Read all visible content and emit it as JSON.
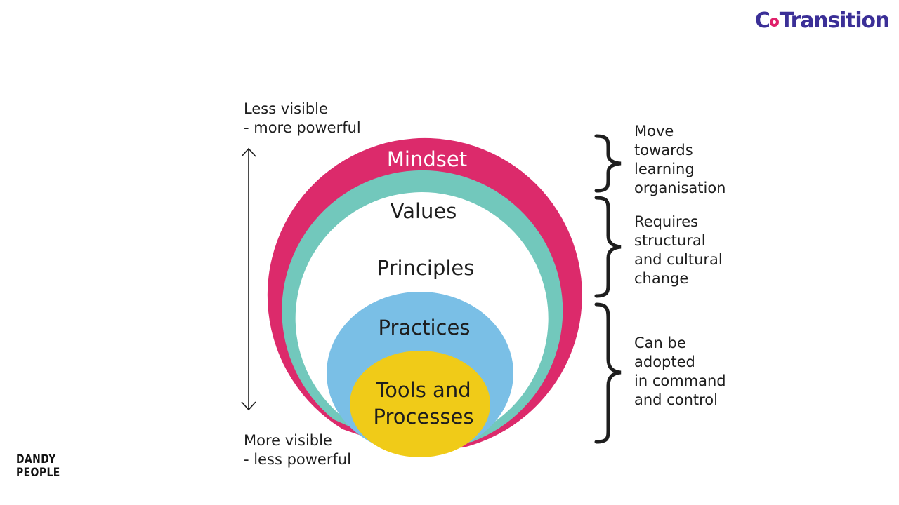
{
  "logo": {
    "brand_c": "C",
    "brand_rest": "Transition"
  },
  "layers": {
    "mindset": "Mindset",
    "values": "Values",
    "principles": "Principles",
    "practices": "Practices",
    "tools_line1": "Tools and",
    "tools_line2": "Processes"
  },
  "visibility": {
    "top": "Less visible\n- more powerful",
    "bottom": "More visible\n- less powerful"
  },
  "notes": {
    "learning": "Move\ntowards\nlearning\norganisation",
    "structural": "Requires\nstructural\nand cultural\nchange",
    "command": "Can be\nadopted\nin command\nand control"
  },
  "footer_logo": {
    "line1": "DANDY",
    "line2": "PEOPLE"
  },
  "colors": {
    "mindset": "#dc2a6b",
    "values": "#72c8bc",
    "principles": "#ffffff",
    "practices": "#7abfe6",
    "tools": "#f0cb18",
    "brand": "#3b2f97",
    "brand_accent": "#e0216b"
  }
}
